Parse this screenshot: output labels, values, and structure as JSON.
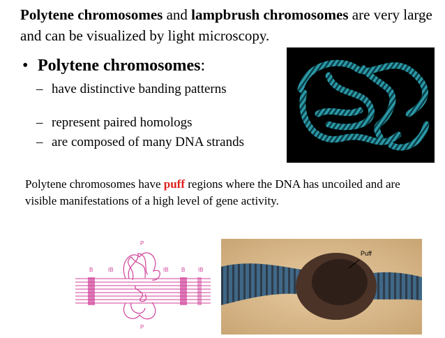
{
  "intro": {
    "polytene": "Polytene chromosomes",
    "and": " and ",
    "lampbrush": "lampbrush chromosomes",
    "rest": " are very large and can be visualized by light microscopy."
  },
  "bullet": {
    "symbol": "•",
    "heading": "Polytene chromosomes",
    "colon": ":",
    "dash": "–",
    "items": [
      "have distinctive banding patterns",
      "represent paired homologs",
      "are composed of many DNA strands"
    ]
  },
  "puff_paragraph": {
    "before": "Polytene chromosomes have ",
    "puff": "puff",
    "after": " regions where the DNA has uncoiled and are visible manifestations of a high level of gene activity."
  },
  "diagram": {
    "label_p": "P",
    "label_b": "B",
    "label_ib": "IB",
    "color": "#d0429a"
  },
  "photo": {
    "puff_label": "Puff"
  },
  "colors": {
    "puff_highlight": "#e0201a",
    "micrograph_stain": "#3fb8c4"
  }
}
